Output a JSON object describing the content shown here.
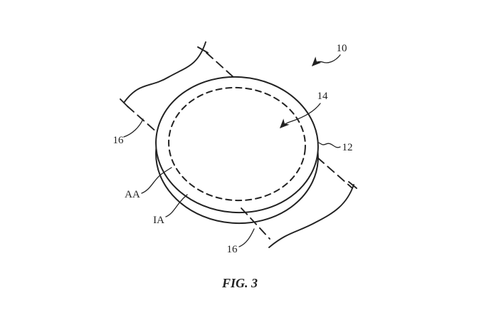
{
  "figure": {
    "caption": "FIG. 3",
    "labels": {
      "ref10": "10",
      "ref12": "12",
      "ref14": "14",
      "ref16_top": "16",
      "ref16_bottom": "16",
      "aa": "AA",
      "ia": "IA"
    },
    "colors": {
      "line": "#222222",
      "background": "#ffffff"
    }
  }
}
